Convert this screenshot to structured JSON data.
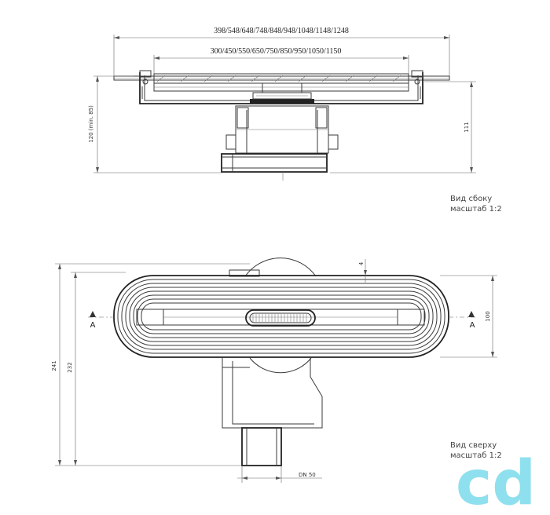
{
  "side_view": {
    "dim_outer": "398/548/648/748/848/948/1048/1148/1248",
    "dim_inner": "300/450/550/650/750/850/950/1050/1150",
    "dim_left_height": "120 (min. 85)",
    "dim_right_height": "111",
    "caption_line1": "Вид сбоку",
    "caption_line2": "масштаб 1:2"
  },
  "top_view": {
    "dim_total_height": "241",
    "dim_body_height": "232",
    "dim_width": "100",
    "dim_offset": "4",
    "dim_outlet": "DN 50",
    "section_left": "A",
    "section_right": "A",
    "caption_line1": "Вид сверху",
    "caption_line2": "масштаб 1:2"
  },
  "logo": {
    "text": "cd",
    "color": "#8fe0ee"
  },
  "colors": {
    "line": "#3a3a3a",
    "background": "#ffffff"
  }
}
